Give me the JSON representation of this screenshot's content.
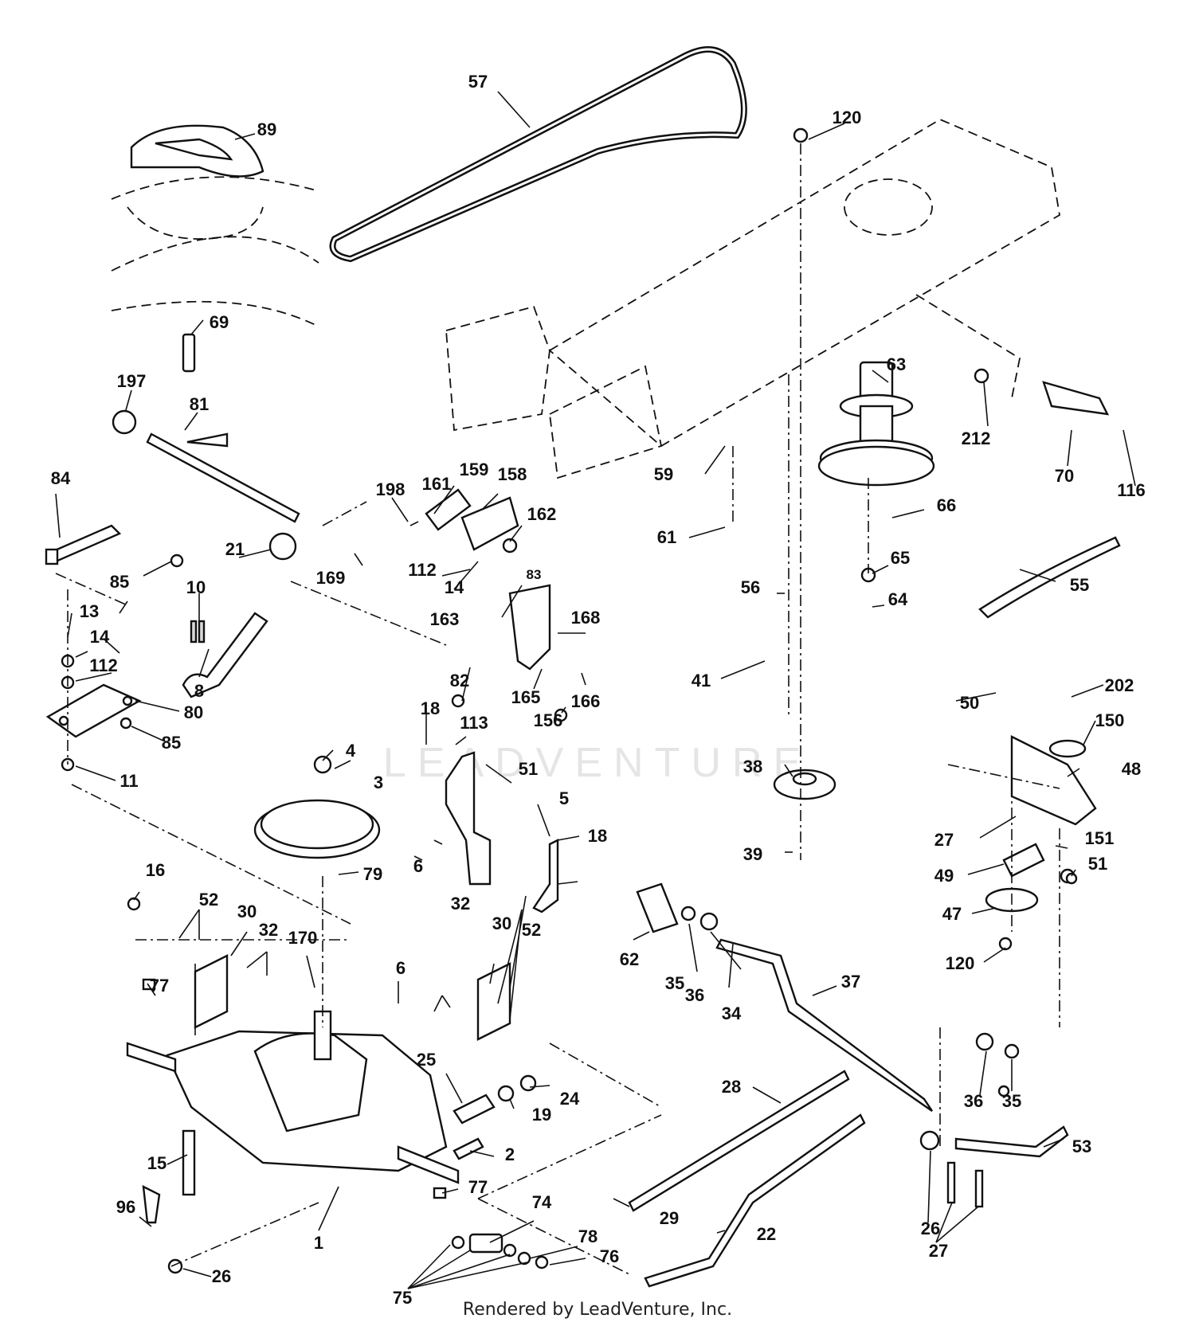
{
  "diagram": {
    "part_numbers": [
      "57",
      "89",
      "120",
      "69",
      "197",
      "81",
      "84",
      "85",
      "21",
      "10",
      "13",
      "14",
      "112",
      "80",
      "85",
      "11",
      "198",
      "161",
      "159",
      "158",
      "162",
      "169",
      "112",
      "14",
      "83",
      "163",
      "168",
      "82",
      "165",
      "156",
      "166",
      "63",
      "212",
      "70",
      "116",
      "59",
      "61",
      "66",
      "56",
      "65",
      "64",
      "55",
      "41",
      "18",
      "113",
      "51",
      "4",
      "3",
      "5",
      "18",
      "6",
      "79",
      "16",
      "52",
      "30",
      "32",
      "170",
      "6",
      "77",
      "32",
      "30",
      "52",
      "25",
      "24",
      "19",
      "2",
      "15",
      "96",
      "26",
      "1",
      "77",
      "74",
      "75",
      "78",
      "76",
      "62",
      "35",
      "36",
      "34",
      "37",
      "28",
      "29",
      "22",
      "38",
      "39",
      "50",
      "202",
      "150",
      "48",
      "27",
      "151",
      "51",
      "49",
      "47",
      "120",
      "36",
      "35",
      "53",
      "26",
      "27",
      "8"
    ]
  },
  "watermark": "LEADVENTURE",
  "footer": {
    "text": "Rendered by LeadVenture, Inc."
  }
}
